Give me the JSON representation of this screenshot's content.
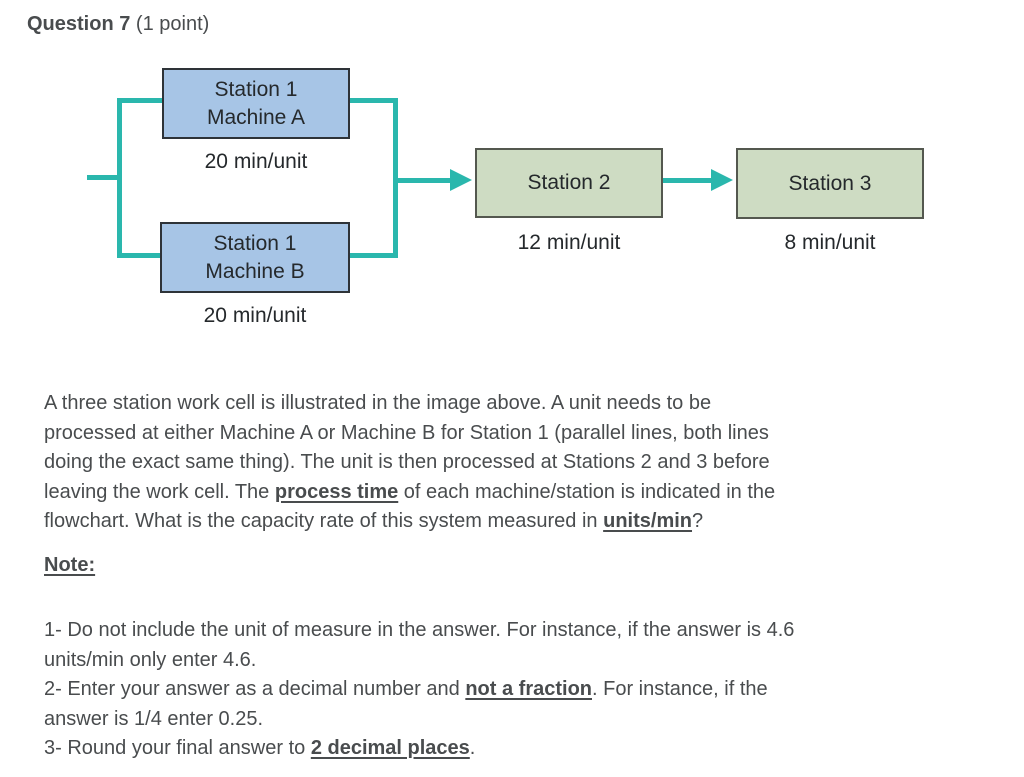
{
  "header": {
    "number": "Question 7",
    "points": "(1 point)"
  },
  "diagram": {
    "type": "flowchart",
    "boxes": [
      {
        "id": "station1-machine-a",
        "line1": "Station 1",
        "line2": "Machine A",
        "rate": "20 min/unit"
      },
      {
        "id": "station1-machine-b",
        "line1": "Station 1",
        "line2": "Machine B",
        "rate": "20 min/unit"
      },
      {
        "id": "station2",
        "line1": "Station 2",
        "rate": "12 min/unit"
      },
      {
        "id": "station3",
        "line1": "Station 3",
        "rate": "8 min/unit"
      }
    ],
    "colors": {
      "connector": "#2ab7ad",
      "blue_fill": "#a7c5e6",
      "blue_border": "#2e3338",
      "green_fill": "#cedcc3",
      "green_border": "#54584f",
      "diagram_text": "#25292c",
      "body_text": "#494c4e"
    }
  },
  "question": {
    "l1": "A three station work cell is illustrated in the image above. A unit needs to be",
    "l2": "processed at either Machine A or Machine B for Station 1 (parallel lines, both lines",
    "l3": "doing the exact same thing). The unit is then processed at Stations 2 and 3 before",
    "l4a": "leaving the work cell. The ",
    "l4b": "process time",
    "l4c": " of each machine/station is indicated in the",
    "l5a": "flowchart. What is the capacity rate of this system measured in ",
    "l5b": "units/min",
    "l5c": "?"
  },
  "note_heading": "Note:",
  "notes": {
    "l1": "1- Do not include the unit of measure in the answer. For instance, if the answer is 4.6",
    "l2": "units/min only enter 4.6.",
    "l3a": "2- Enter your answer as a decimal number and ",
    "l3b": "not a fraction",
    "l3c": ". For instance, if the",
    "l4": "answer is 1/4 enter 0.25.",
    "l5a": "3- Round your final answer to ",
    "l5b": "2 decimal places",
    "l5c": "."
  }
}
